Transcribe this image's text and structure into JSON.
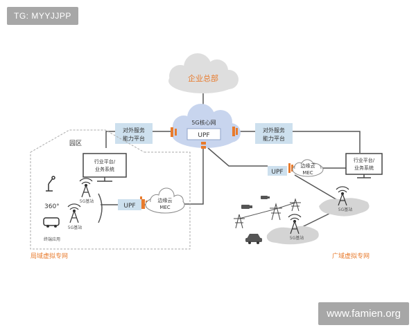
{
  "header": {
    "tag": "TG: MYYJJPP"
  },
  "footer": {
    "watermark": "www.famien.org",
    "caption": ""
  },
  "colors": {
    "cloud_gray": "#dedede",
    "cloud_blue": "#c8d5ee",
    "platform_box": "#cde0ee",
    "orange": "#e87b2d",
    "line": "#555555",
    "muted_text": "#555555"
  },
  "diagram": {
    "enterprise_hq": "企业总部",
    "core": {
      "title": "5G核心网",
      "upf": "UPF"
    },
    "capability_left": [
      "对外服务",
      "能力平台"
    ],
    "capability_right": [
      "对外服务",
      "能力平台"
    ],
    "park": {
      "title": "园区"
    },
    "local": {
      "platform": [
        "行业平台/",
        "业务系统"
      ],
      "base_station_1": "5G基站",
      "base_station_2": "5G基站",
      "terminal": "终端应用",
      "upf": "UPF",
      "edge_cloud": [
        "边缘云",
        "MEC"
      ],
      "network_label": "局域虚拟专网"
    },
    "wide": {
      "upf": "UPF",
      "edge_cloud": [
        "边缘云",
        "MEC"
      ],
      "platform": [
        "行业平台/",
        "业务系统"
      ],
      "base_station_1": "5G基站",
      "base_station_2": "5G基站",
      "network_label": "广域虚拟专网"
    }
  }
}
